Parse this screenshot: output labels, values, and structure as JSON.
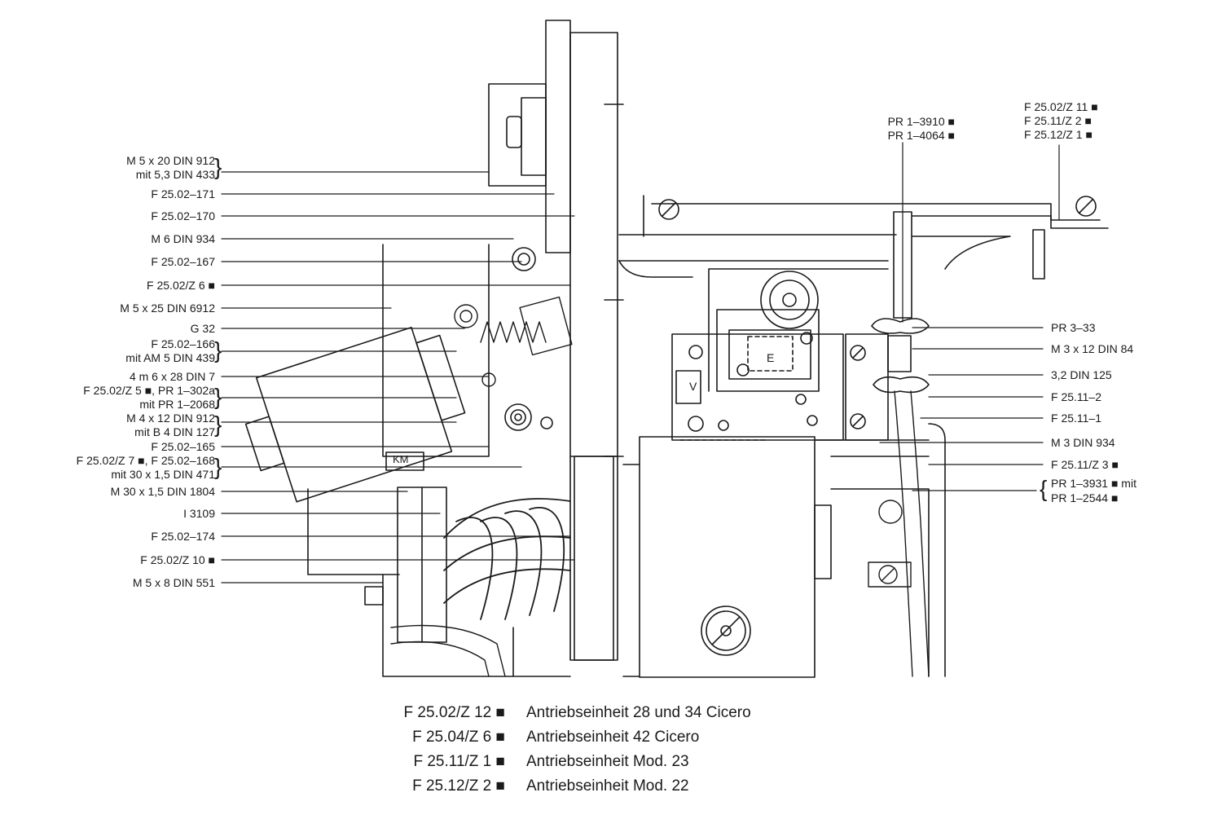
{
  "left_callouts": [
    "M 5 x 20  DIN 912",
    "mit 5,3  DIN 433",
    "F 25.02–171",
    "F 25.02–170",
    "M 6  DIN 934",
    "F 25.02–167",
    "F 25.02/Z 6 ■",
    "M 5 x 25  DIN 6912",
    "G 32",
    "F 25.02–166",
    "mit AM 5  DIN 439",
    "4 m 6 x 28  DIN 7",
    "F 25.02/Z 5 ■,  PR 1–302a",
    "mit  PR 1–2068",
    "M 4 x 12  DIN 912",
    "mit  B 4  DIN 127",
    "F 25.02–165",
    "F 25.02/Z 7 ■,  F 25.02–168",
    "mit 30 x 1,5  DIN 471",
    "M 30 x 1,5  DIN 1804",
    "I 3109",
    "F 25.02–174",
    "F 25.02/Z 10 ■",
    "M 5 x 8  DIN 551"
  ],
  "top_callouts": [
    "PR 1–3910 ■",
    "PR 1–4064 ■",
    "F 25.02/Z 11 ■",
    "F 25.11/Z 2 ■",
    "F 25.12/Z 1 ■"
  ],
  "right_callouts": [
    "PR 3–33",
    "M 3 x 12  DIN 84",
    "3,2  DIN 125",
    "F 25.11–2",
    "F 25.11–1",
    "M 3  DIN 934",
    "F 25.11/Z 3 ■",
    "PR 1–3931 ■  mit",
    "PR 1–2544 ■"
  ],
  "part_marks": [
    "KM",
    "V",
    "E"
  ],
  "legend": [
    {
      "code": "F  25.02/Z 12 ■",
      "desc": "Antriebseinheit 28 und 34 Cicero"
    },
    {
      "code": "F  25.04/Z 6 ■",
      "desc": "Antriebseinheit 42 Cicero"
    },
    {
      "code": "F  25.11/Z 1 ■",
      "desc": "Antriebseinheit Mod. 23"
    },
    {
      "code": "F  25.12/Z 2 ■",
      "desc": "Antriebseinheit Mod. 22"
    }
  ]
}
